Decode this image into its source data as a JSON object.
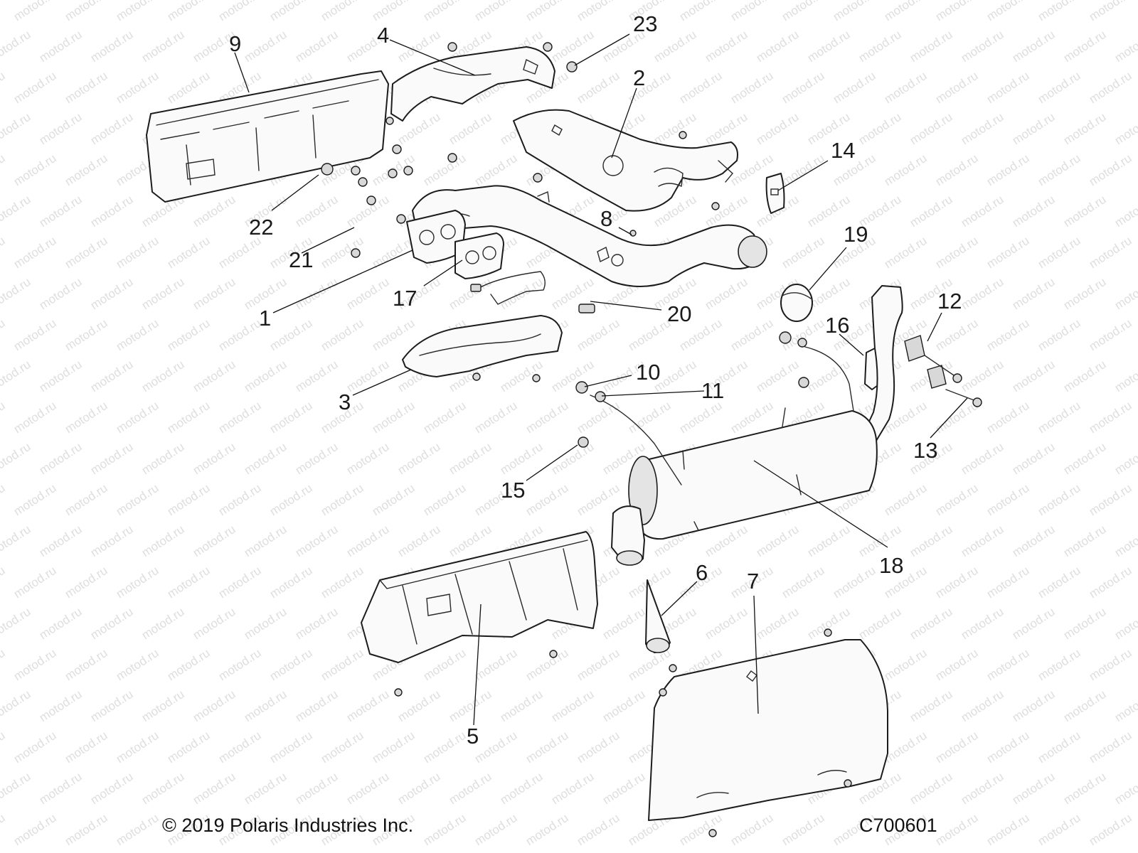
{
  "watermark": "motod.ru",
  "callouts": [
    "1",
    "2",
    "3",
    "4",
    "5",
    "6",
    "7",
    "8",
    "9",
    "10",
    "11",
    "12",
    "13",
    "14",
    "15",
    "16",
    "17",
    "18",
    "19",
    "20",
    "21",
    "22",
    "23"
  ],
  "footer": {
    "copyright": "© 2019 Polaris Industries Inc.",
    "code": "C700601"
  }
}
